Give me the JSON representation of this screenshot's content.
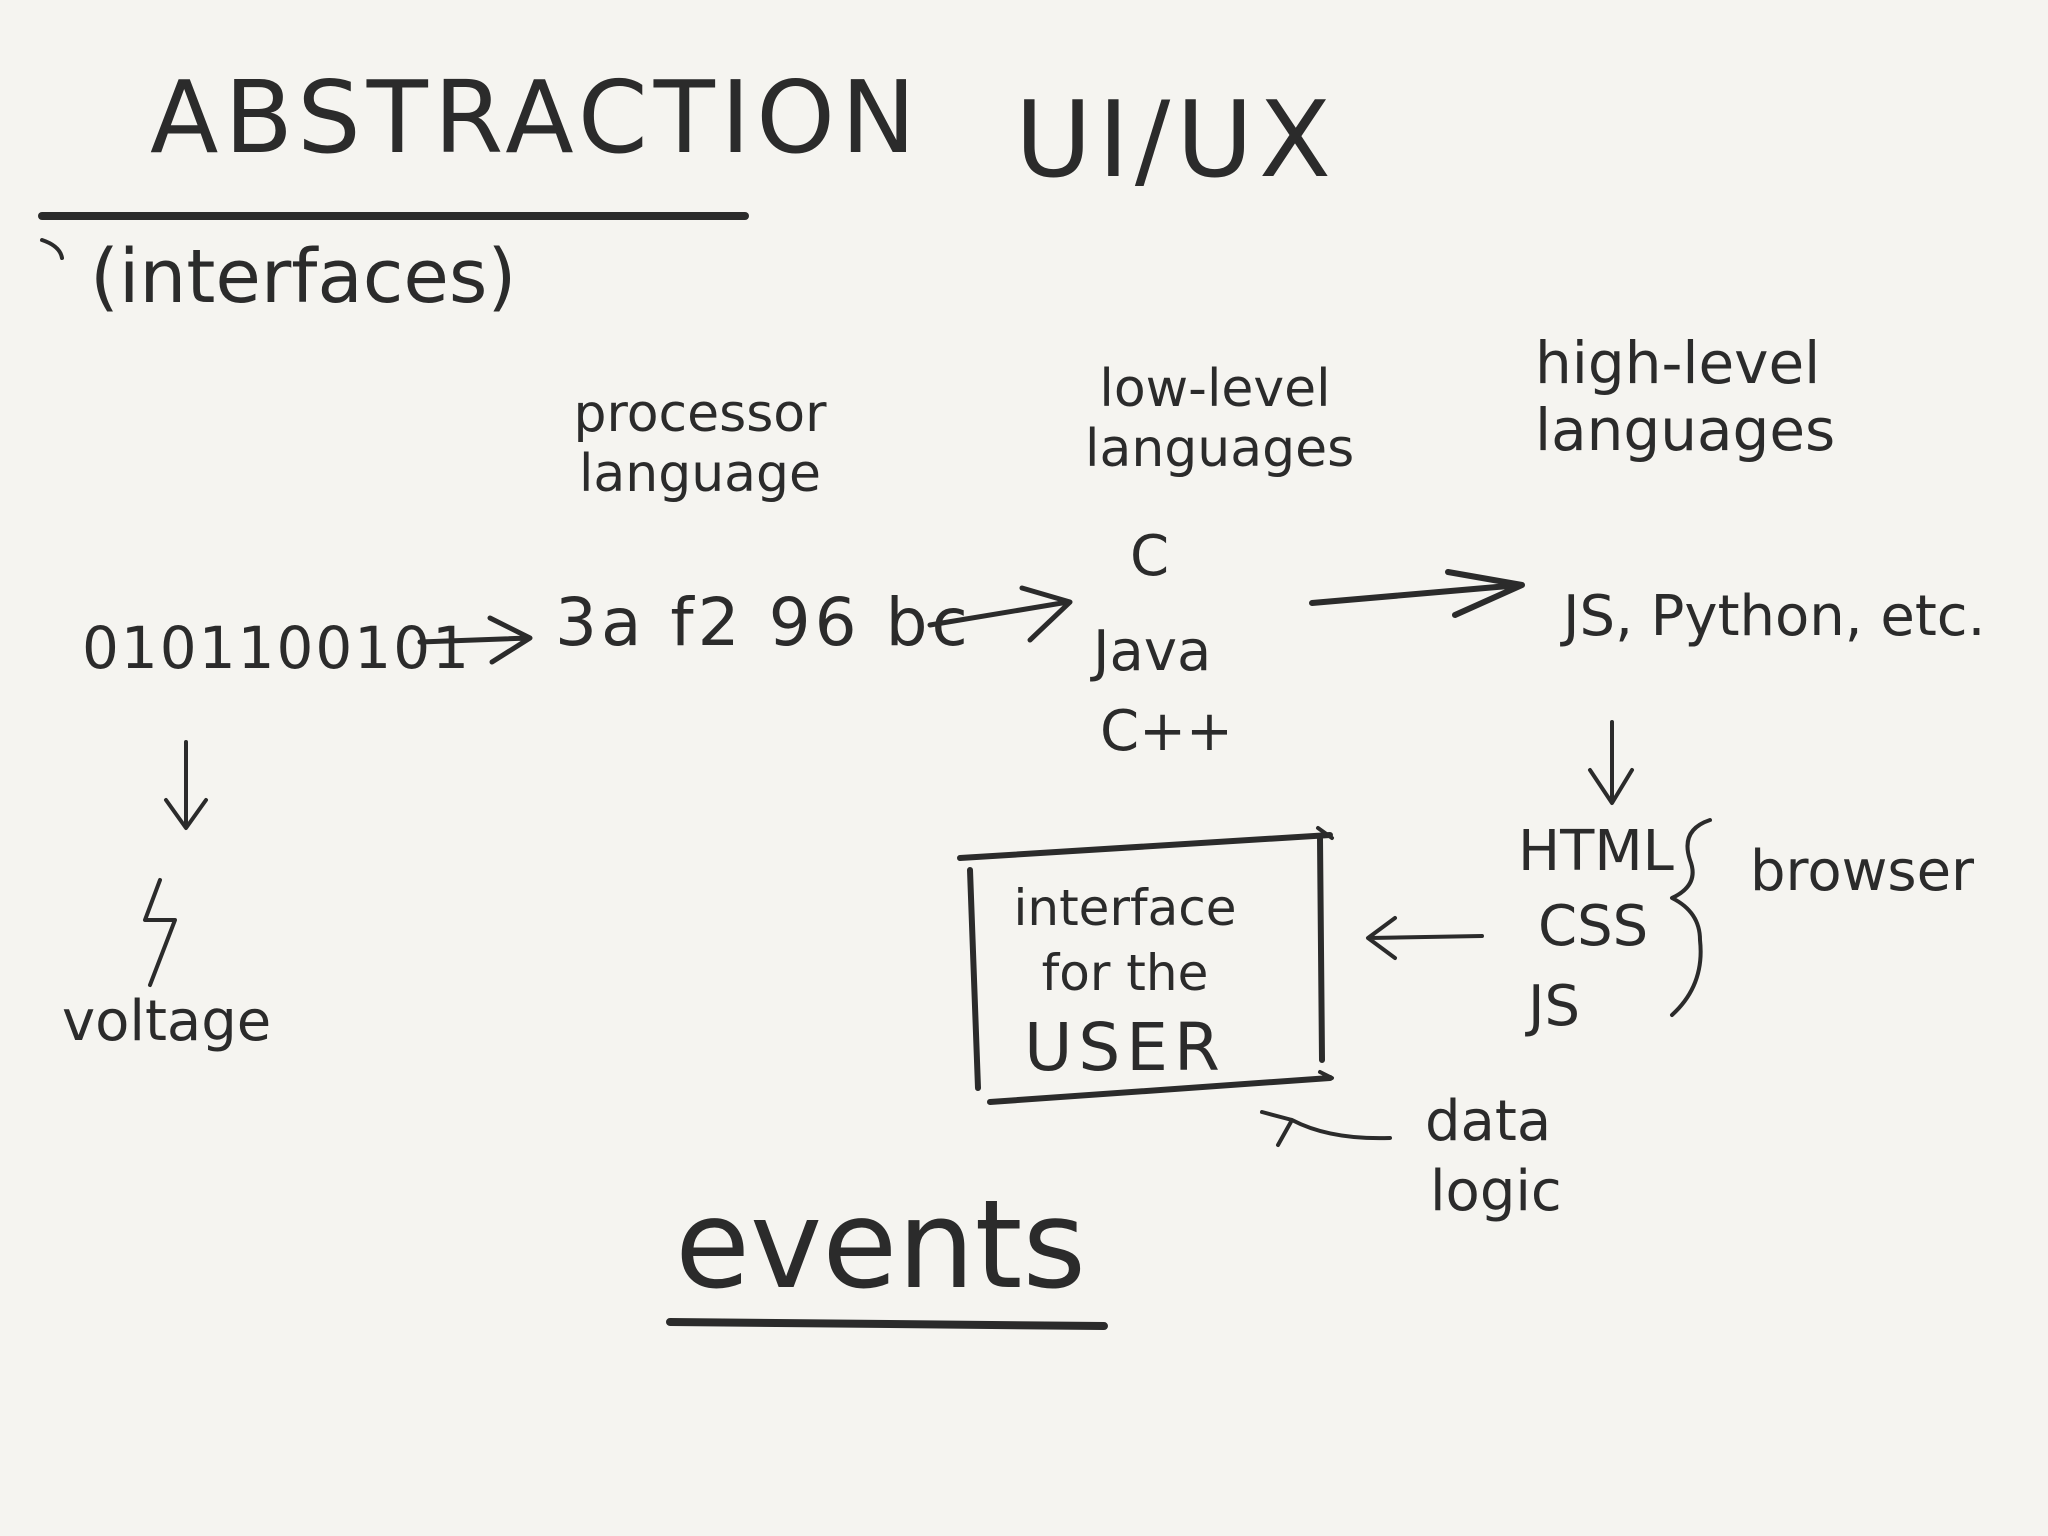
{
  "title": "ABSTRACTION",
  "subtitle": "(interfaces)",
  "topic": "UI/UX",
  "levels": {
    "binary": "0101100101",
    "voltage": "voltage",
    "processor_label": "processor language",
    "hex": "3a f2 96 bc",
    "low_level_label": "low-level languages",
    "low_level_items": [
      "C",
      "Java",
      "C++"
    ],
    "high_level_label": "high-level languages",
    "high_level_items": "JS, Python, etc.",
    "web_items": [
      "HTML",
      "CSS",
      "JS"
    ],
    "browser_label": "browser"
  },
  "interface_box": {
    "line1": "interface",
    "line2": "for the",
    "line3": "USER"
  },
  "data_logic": [
    "data",
    "logic"
  ],
  "footer": "events",
  "colors": {
    "ink": "#2b2b2b",
    "paper": "#f5f4f0"
  }
}
